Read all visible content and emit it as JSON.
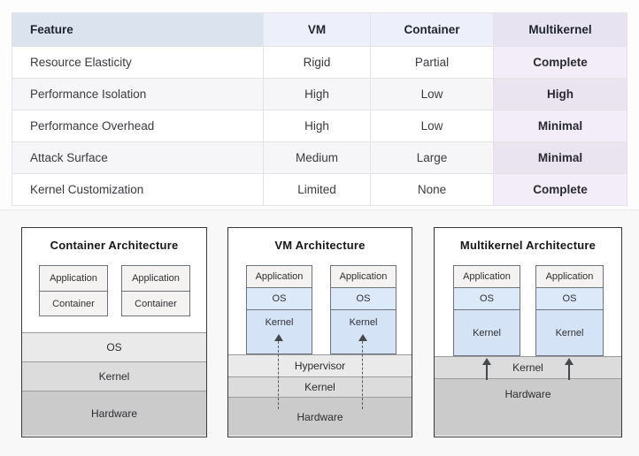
{
  "table": {
    "columns": [
      "Feature",
      "VM",
      "Container",
      "Multikernel"
    ],
    "rows": [
      {
        "feature": "Resource Elasticity",
        "vm": "Rigid",
        "container": "Partial",
        "multikernel": "Complete"
      },
      {
        "feature": "Performance Isolation",
        "vm": "High",
        "container": "Low",
        "multikernel": "High"
      },
      {
        "feature": "Performance Overhead",
        "vm": "High",
        "container": "Low",
        "multikernel": "Minimal"
      },
      {
        "feature": "Attack Surface",
        "vm": "Medium",
        "container": "Large",
        "multikernel": "Minimal"
      },
      {
        "feature": "Kernel Customization",
        "vm": "Limited",
        "container": "None",
        "multikernel": "Complete"
      }
    ]
  },
  "diagrams": [
    {
      "title": "Container Architecture",
      "stacks": [
        [
          "Application",
          "Container"
        ],
        [
          "Application",
          "Container"
        ]
      ],
      "layers": [
        "OS",
        "Kernel",
        "Hardware"
      ],
      "arrow_style": "none"
    },
    {
      "title": "VM Architecture",
      "stacks": [
        [
          "Application",
          "OS",
          "Kernel"
        ],
        [
          "Application",
          "OS",
          "Kernel"
        ]
      ],
      "layers": [
        "Hypervisor",
        "Kernel",
        "Hardware"
      ],
      "arrow_style": "dashed"
    },
    {
      "title": "Multikernel Architecture",
      "stacks": [
        [
          "Application",
          "OS",
          "Kernel"
        ],
        [
          "Application",
          "OS",
          "Kernel"
        ]
      ],
      "layers": [
        "Kernel",
        "Hardware"
      ],
      "arrow_style": "solid"
    }
  ],
  "colors": {
    "header_feature_bg": "#dbe3ef",
    "header_vm_container_bg": "#edf0fa",
    "header_multikernel_bg": "#e8e3f1",
    "multikernel_cell_odd": "#f2edf8",
    "multikernel_cell_even": "#eae4f1",
    "row_stripe": "#f6f6f8",
    "stack_application_bg": "#f4f3f1",
    "stack_os_bg": "#dce9f9",
    "stack_kernel_bg": "#d5e3f7",
    "layer_top_bg": "#eaeaea",
    "layer_mid_bg": "#dcdcdc",
    "layer_bottom_bg": "#cbcbcb"
  }
}
